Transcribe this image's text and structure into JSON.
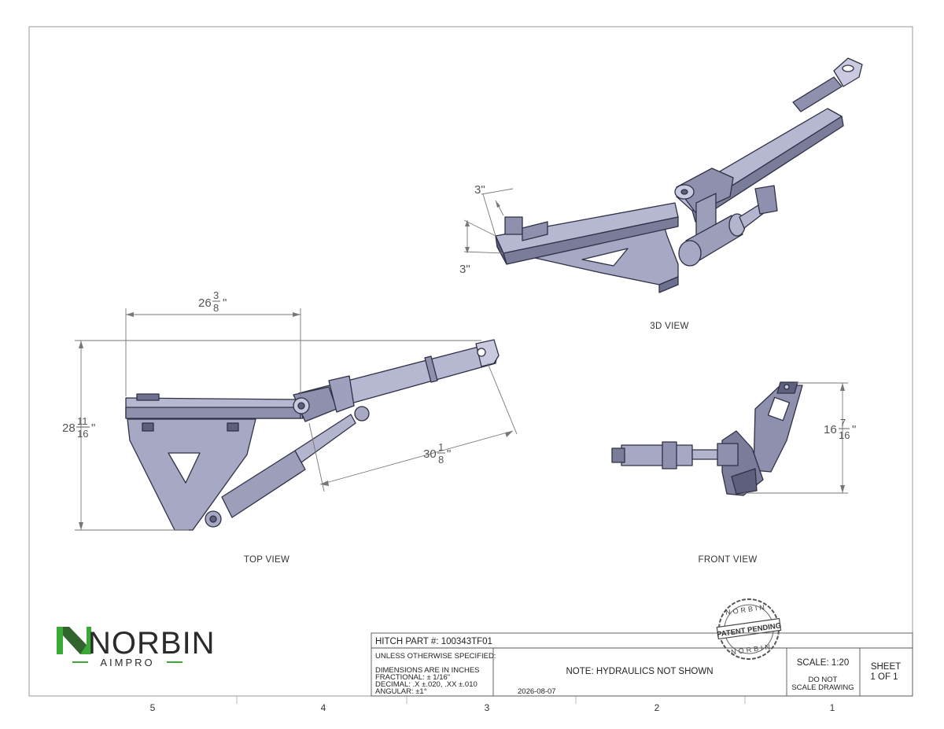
{
  "views": {
    "top": "TOP VIEW",
    "front": "FRONT VIEW",
    "iso": "3D VIEW"
  },
  "dimensions": {
    "top_width": {
      "whole": "26",
      "num": "3",
      "den": "8",
      "unit": "\""
    },
    "top_height": {
      "whole": "28",
      "num": "11",
      "den": "16",
      "unit": "\""
    },
    "top_diag": {
      "whole": "30",
      "num": "1",
      "den": "8",
      "unit": "\""
    },
    "front_height": {
      "whole": "16",
      "num": "7",
      "den": "16",
      "unit": "\""
    },
    "iso_a": "3\"",
    "iso_b": "3\""
  },
  "logo": {
    "brand": "NORBIN",
    "sub": "AIMPRO",
    "colors": {
      "green": "#3aa935",
      "dark": "#2b2b2b"
    }
  },
  "stamp": {
    "top": "NORBIN",
    "center": "PATENT PENDING",
    "bottom": "NORBIN"
  },
  "title_block": {
    "part": "HITCH PART #: 100343TF01",
    "unless": "UNLESS OTHERWISE SPECIFIED:",
    "tol1": "DIMENSIONS ARE IN INCHES",
    "tol2": "FRACTIONAL:  ± 1/16\"",
    "tol3": "DECIMAL:  .X  ±.020,      .XX  ±.010",
    "tol4": "ANGULAR:  ±1°",
    "date": "2026-08-07",
    "note": "NOTE: HYDRAULICS NOT SHOWN",
    "scale": "SCALE: 1:20",
    "scale_note1": "DO NOT",
    "scale_note2": "SCALE DRAWING",
    "sheet1": "SHEET",
    "sheet2": "1 OF 1"
  },
  "zones": [
    "5",
    "4",
    "3",
    "2",
    "1"
  ],
  "colors": {
    "metal": "#a7a8c4",
    "metal_dark": "#5d5f7c",
    "metal_light": "#c9cadf",
    "outline": "#2f3046"
  }
}
